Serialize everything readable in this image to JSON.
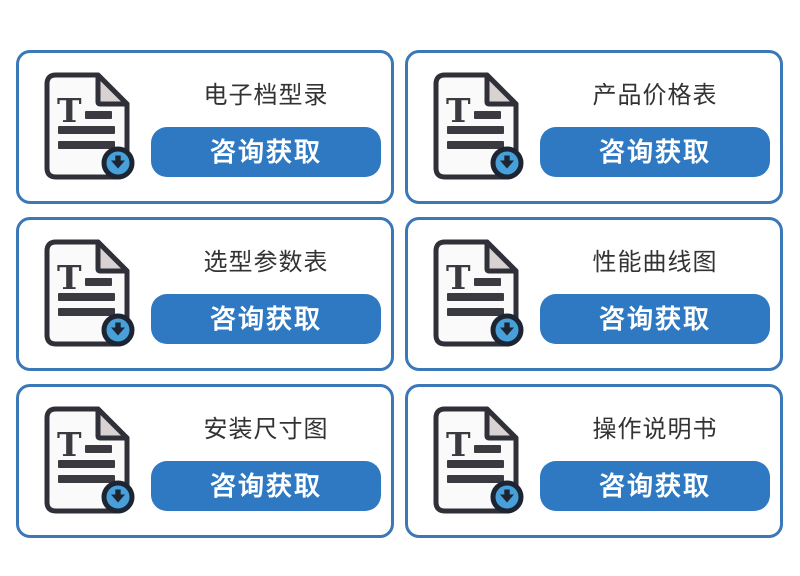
{
  "colors": {
    "page_bg": "#ffffff",
    "card_border": "#3a78b7",
    "button_bg": "#2e79c1",
    "button_text": "#ffffff",
    "title_text": "#333333",
    "icon_outline": "#2f3038",
    "icon_page": "#fbfafa",
    "icon_fold": "#d8d2d3",
    "icon_lines": "#3a3a40",
    "badge_fill": "#47a0da",
    "badge_dark": "#1d2533"
  },
  "icon": {
    "name": "document-download-icon",
    "letter": "T"
  },
  "cards": [
    {
      "title": "电子档型录",
      "button_label": "咨询获取"
    },
    {
      "title": "产品价格表",
      "button_label": "咨询获取"
    },
    {
      "title": "选型参数表",
      "button_label": "咨询获取"
    },
    {
      "title": "性能曲线图",
      "button_label": "咨询获取"
    },
    {
      "title": "安装尺寸图",
      "button_label": "咨询获取"
    },
    {
      "title": "操作说明书",
      "button_label": "咨询获取"
    }
  ]
}
